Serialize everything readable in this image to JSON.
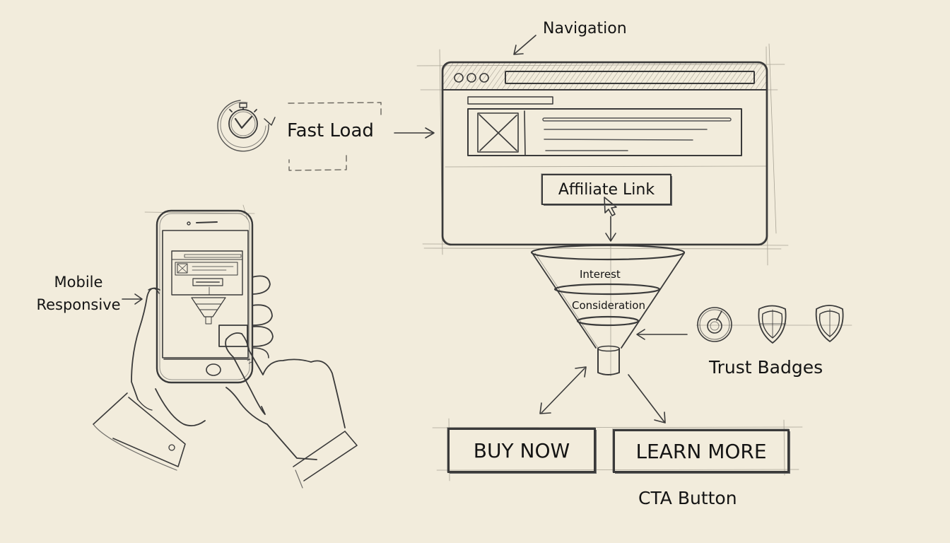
{
  "diagram": {
    "type": "wireframe-sketch",
    "background_color": "#f2ecdc",
    "stroke_color": "#3a3a3a"
  },
  "labels": {
    "navigation": "Navigation",
    "fast_load": "Fast Load",
    "mobile_line1": "Mobile",
    "mobile_line2": "Responsive",
    "trust_badges": "Trust Badges",
    "cta_button": "CTA Button"
  },
  "browser_mockup": {
    "window_dots": 3,
    "affiliate_link_label": "Affiliate Link"
  },
  "funnel": {
    "stages": [
      "Interest",
      "Consideration"
    ]
  },
  "cta_buttons": [
    {
      "label": "BUY NOW"
    },
    {
      "label": "LEARN MORE"
    }
  ],
  "trust_badges": [
    {
      "icon": "seal-badge-icon"
    },
    {
      "icon": "shield-icon"
    },
    {
      "icon": "shield-icon"
    }
  ],
  "icons": {
    "fast_load": "stopwatch-icon",
    "affiliate_cursor": "cursor-pointer-icon",
    "mobile": "smartphone-in-hands-icon"
  }
}
